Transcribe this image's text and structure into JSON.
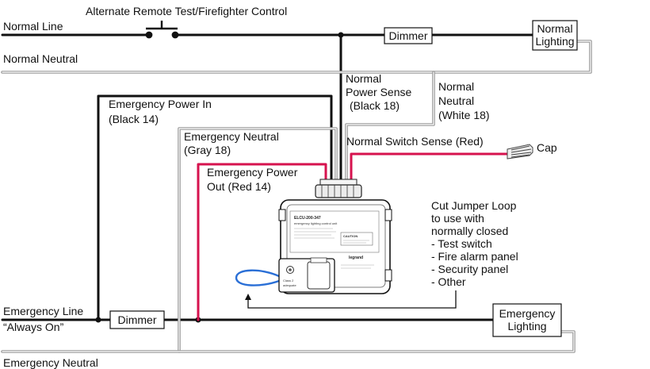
{
  "labels": {
    "alternate_remote": "Alternate Remote Test/Firefighter Control",
    "normal_line": "Normal Line",
    "normal_neutral": "Normal Neutral",
    "dimmer_top": "Dimmer",
    "normal_lighting_1": "Normal",
    "normal_lighting_2": "Lighting",
    "normal_power_sense_1": "Normal",
    "normal_power_sense_2": "Power Sense",
    "normal_power_sense_3": "(Black 18)",
    "normal_neutral18_1": "Normal",
    "normal_neutral18_2": "Neutral",
    "normal_neutral18_3": "(White 18)",
    "emergency_power_in_1": "Emergency Power In",
    "emergency_power_in_2": "(Black 14)",
    "emergency_neutral_gray_1": "Emergency Neutral",
    "emergency_neutral_gray_2": "(Gray 18)",
    "emergency_power_out_1": "Emergency Power",
    "emergency_power_out_2": "Out  (Red 14)",
    "normal_switch_sense": "Normal Switch Sense (Red)",
    "cap": "Cap",
    "cut_jumper": [
      "Cut Jumper Loop",
      "to use with",
      "normally closed",
      "- Test switch",
      "- Fire alarm panel",
      "- Security panel",
      "- Other"
    ],
    "emergency_line": "Emergency Line",
    "always_on": "“Always On”",
    "dimmer_bottom": "Dimmer",
    "emergency_lighting_1": "Emergency",
    "emergency_lighting_2": "Lighting",
    "emergency_neutral": "Emergency Neutral"
  },
  "device": {
    "model": "ELCU-200-347",
    "subtitle": "emergency lighting control unit",
    "caution": "CAUTION",
    "brand": "legrand",
    "class": "Class 2",
    "adequate": "adequate"
  },
  "colors": {
    "wire_black": "#111111",
    "wire_red": "#d6124e",
    "wire_gray": "#b5b5b5",
    "jumper_blue": "#2a6fd6"
  }
}
